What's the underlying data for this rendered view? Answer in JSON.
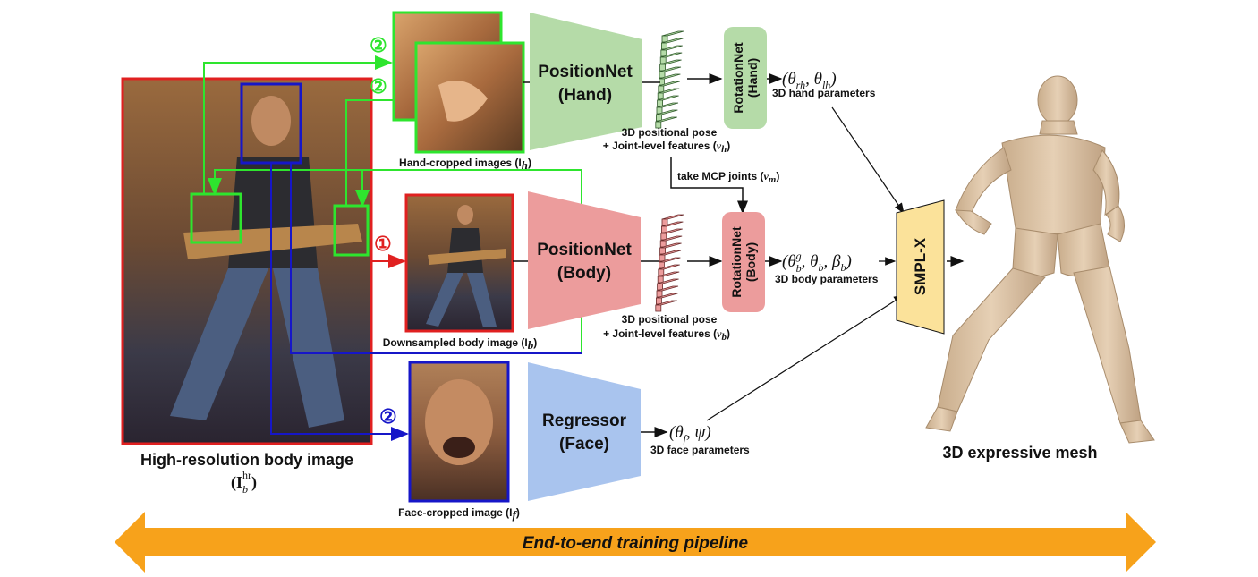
{
  "colors": {
    "body_box": "#e02020",
    "hand_box": "#2ee52e",
    "face_box": "#1616c8",
    "position_hand_fill": "#b5dba8",
    "position_body_fill": "#ec9c9c",
    "regressor_fill": "#a9c4ee",
    "rotation_hand_fill": "#b5dba8",
    "rotation_body_fill": "#ec9c9c",
    "smplx_fill": "#fbe29a",
    "pipeline_arrow": "#f7a21b",
    "mesh": "#dcc3a4"
  },
  "input": {
    "title": "High-resolution body image",
    "symbol": "(I",
    "symbol_sub": "b",
    "symbol_sup": "hr",
    "symbol_close": ")"
  },
  "crops": {
    "hand_caption": "Hand-cropped images (I",
    "hand_sub": "h",
    "body_caption": "Downsampled body image (I",
    "body_sub": "b",
    "face_caption": "Face-cropped image (I",
    "face_sub": "f",
    "close": ")"
  },
  "markers": {
    "one": "①",
    "two": "②"
  },
  "networks": {
    "position_hand": [
      "PositionNet",
      "(Hand)"
    ],
    "position_body": [
      "PositionNet",
      "(Body)"
    ],
    "regressor_face": [
      "Regressor",
      "(Face)"
    ],
    "rotation_hand": [
      "RotationNet",
      "(Hand)"
    ],
    "rotation_body": [
      "RotationNet",
      "(Body)"
    ],
    "smplx": "SMPL-X"
  },
  "features": {
    "hand_line1": "3D positional pose",
    "hand_line2": "+ Joint-level features (",
    "hand_sym": "v",
    "hand_sub": "h",
    "body_line1": "3D positional pose",
    "body_line2": "+ Joint-level features (",
    "body_sym": "v",
    "body_sub": "b",
    "mcp_label": "take MCP joints (",
    "mcp_sym": "v",
    "mcp_sub": "m"
  },
  "outputs": {
    "hand_params": "(θ",
    "hand_params_text": "3D hand parameters",
    "body_params_text": "3D body parameters",
    "face_params_text": "3D face parameters"
  },
  "mesh": {
    "title": "3D expressive mesh"
  },
  "pipeline": {
    "label": "End-to-end training pipeline"
  }
}
